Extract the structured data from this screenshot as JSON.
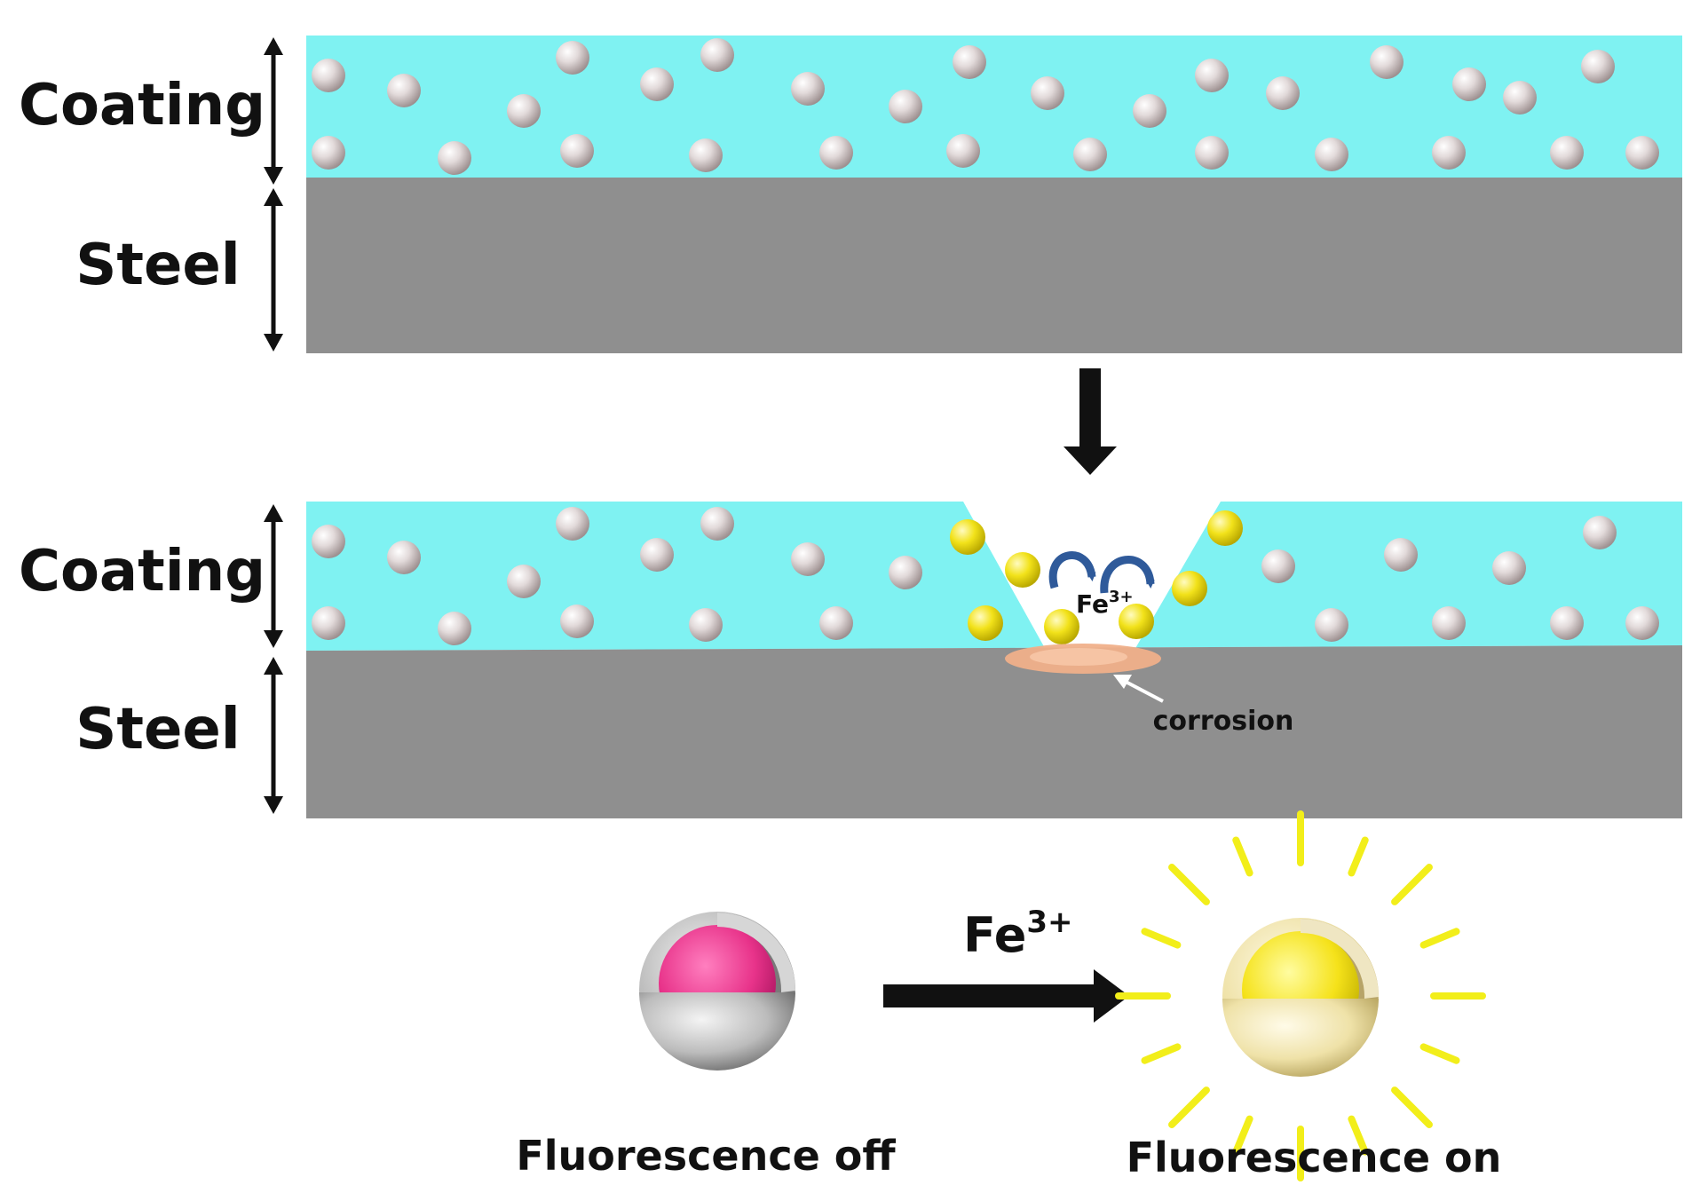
{
  "top_panel": {
    "coating_label": "Coating",
    "steel_label": "Steel"
  },
  "bottom_panel": {
    "coating_label": "Coating",
    "steel_label": "Steel",
    "ion_label": "Fe",
    "ion_charge": "3+",
    "corrosion_label": "corrosion"
  },
  "mechanism": {
    "reagent_label": "Fe",
    "reagent_charge": "3+",
    "off_caption": "Fluorescence off",
    "on_caption": "Fluorescence on"
  },
  "colors": {
    "coating": "#7ff2f2",
    "steel": "#8f8f8f",
    "particle": "#d9d2d2",
    "released_particle": "#f2e21a",
    "corrosion": "#f0b08a",
    "core_off": "#e8338a",
    "core_on": "#f5e21a",
    "shell_off": "#c9c9c9",
    "shell_on": "#f2e6b0",
    "glow": "#f2ee1a",
    "flow_arrow": "#2f5a9a"
  }
}
